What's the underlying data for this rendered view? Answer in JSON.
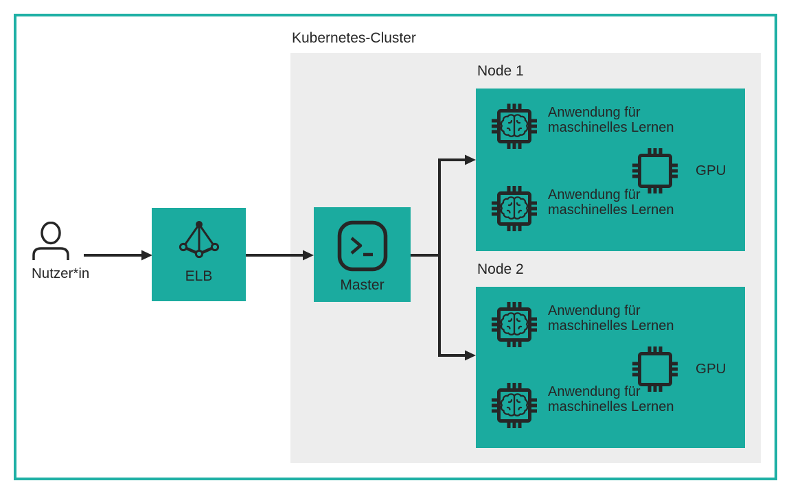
{
  "colors": {
    "accent_teal": "#1bab9f",
    "frame_teal": "#1fb0a5",
    "cluster_gray": "#ededed",
    "ink": "#262626",
    "background": "#ffffff"
  },
  "cluster": {
    "label": "Kubernetes-Cluster"
  },
  "user": {
    "label": "Nutzer*in",
    "icon": "person-icon"
  },
  "elb": {
    "label": "ELB",
    "icon": "load-balancer-icon"
  },
  "master": {
    "label": "Master",
    "icon": "terminal-icon"
  },
  "nodes": [
    {
      "label": "Node 1",
      "apps": [
        {
          "label": "Anwendung für maschinelles Lernen",
          "icon": "ai-chip-icon"
        },
        {
          "label": "Anwendung für maschinelles Lernen",
          "icon": "ai-chip-icon"
        }
      ],
      "gpu": {
        "label": "GPU",
        "icon": "gpu-chip-icon"
      }
    },
    {
      "label": "Node 2",
      "apps": [
        {
          "label": "Anwendung für maschinelles Lernen",
          "icon": "ai-chip-icon"
        },
        {
          "label": "Anwendung für maschinelles Lernen",
          "icon": "ai-chip-icon"
        }
      ],
      "gpu": {
        "label": "GPU",
        "icon": "gpu-chip-icon"
      }
    }
  ]
}
